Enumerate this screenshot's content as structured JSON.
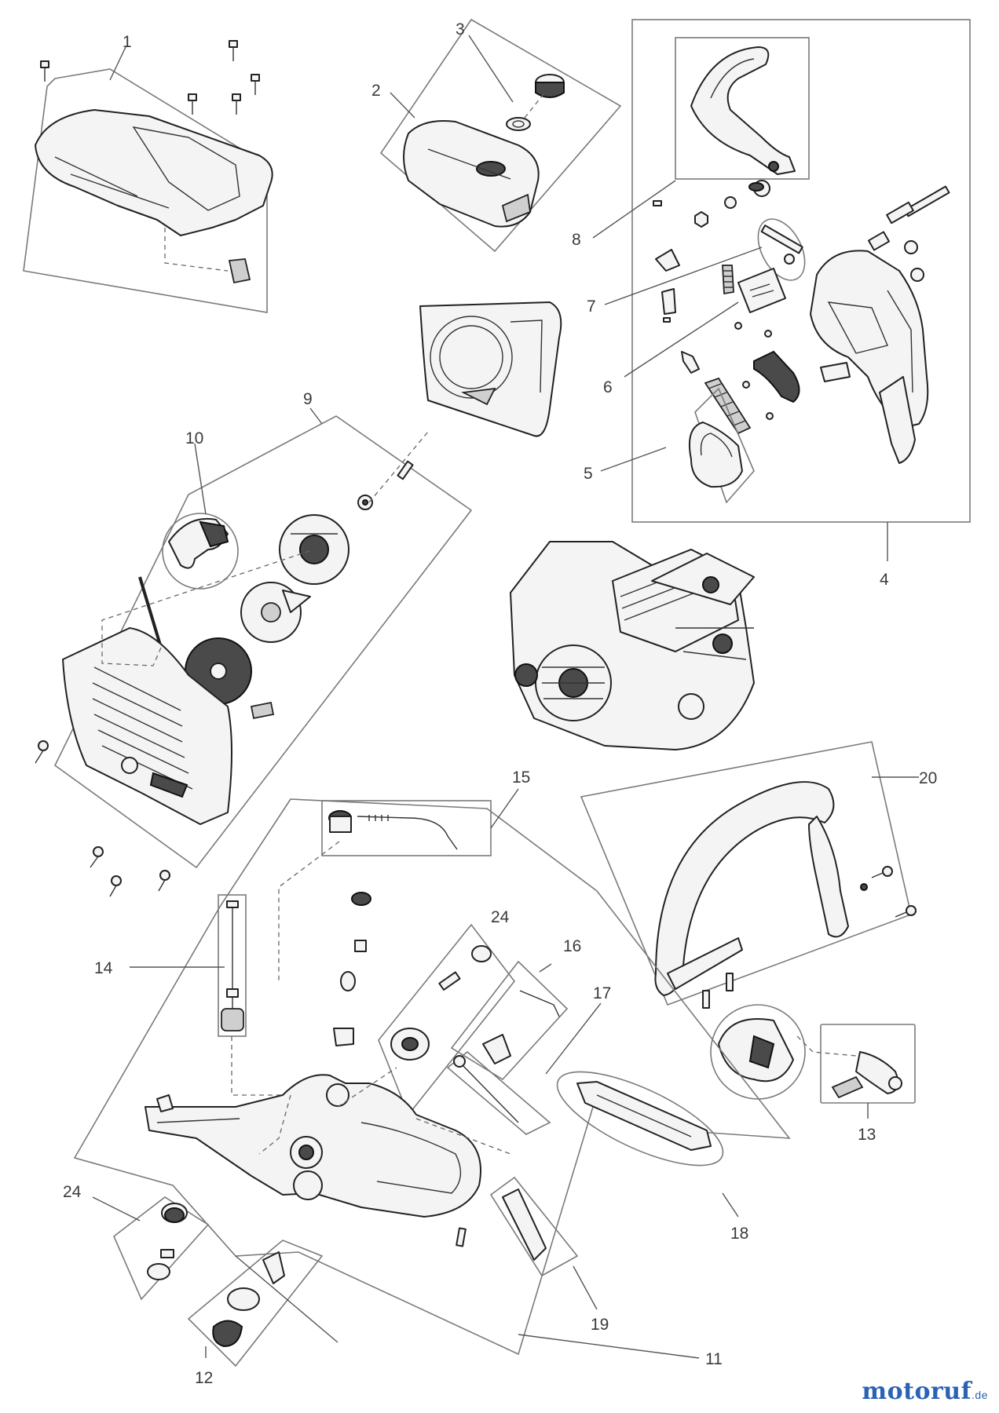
{
  "callouts": {
    "c1": "1",
    "c2": "2",
    "c3": "3",
    "c4": "4",
    "c5": "5",
    "c6": "6",
    "c7": "7",
    "c8": "8",
    "c9": "9",
    "c10": "10",
    "c11": "11",
    "c12": "12",
    "c13": "13",
    "c14": "14",
    "c15": "15",
    "c16": "16",
    "c17": "17",
    "c18": "18",
    "c19": "19",
    "c20": "20",
    "c24a": "24",
    "c24b": "24"
  },
  "watermark": {
    "name": "motoruf",
    "tld": ".de"
  }
}
